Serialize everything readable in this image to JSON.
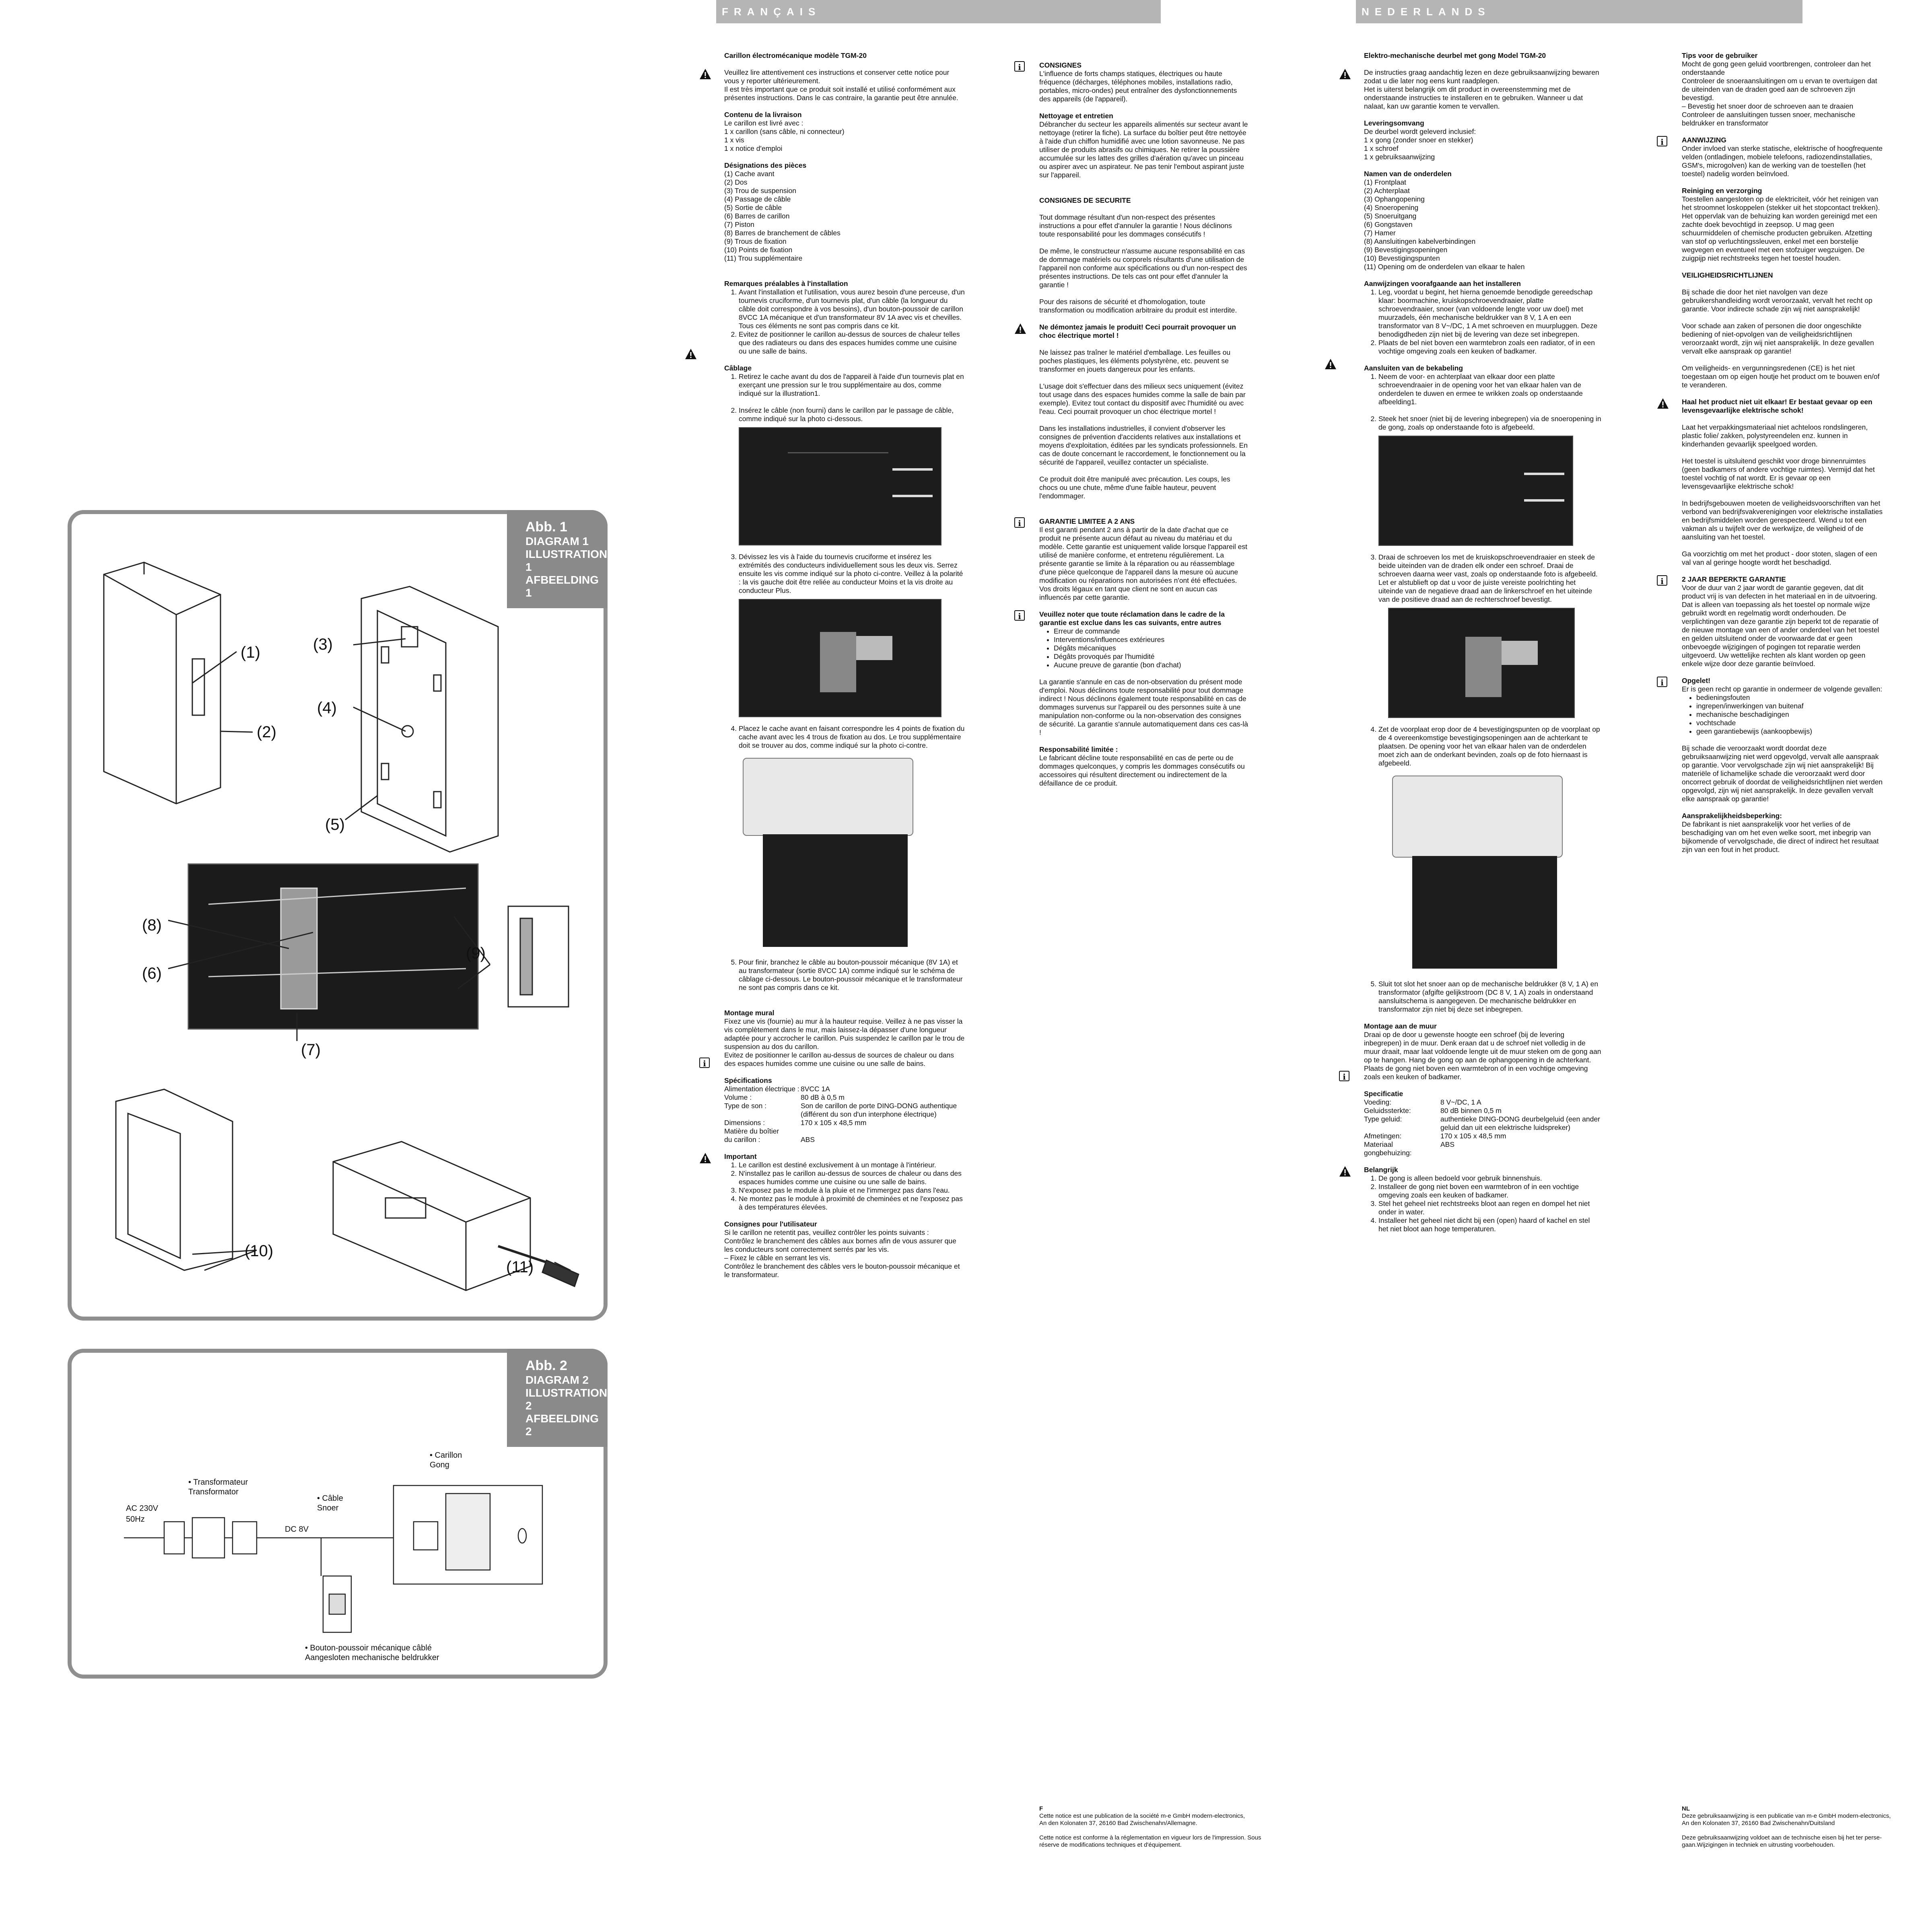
{
  "lang": {
    "fr": "FRANÇAIS",
    "nl": "NEDERLANDS"
  },
  "fig1": {
    "tag": [
      "Abb. 1",
      "DIAGRAM 1",
      "ILLUSTRATION 1",
      "AFBEELDING 1"
    ],
    "labels": [
      "(1)",
      "(2)",
      "(3)",
      "(4)",
      "(5)",
      "(6)",
      "(7)",
      "(8)",
      "(9)",
      "(10)",
      "(11)"
    ]
  },
  "fig2": {
    "tag": [
      "Abb. 2",
      "DIAGRAM 2",
      "ILLUSTRATION 2",
      "AFBEELDING 2"
    ],
    "ac1": "AC 230V",
    "ac2": "50Hz",
    "transfo": "• Transformateur\nTransformator",
    "cable": "• Câble\nSnoer",
    "dc": "DC 8V",
    "gong": "• Carillon\nGong",
    "push": "• Bouton-poussoir mécanique câblé\nAangesloten mechanische beldrukker"
  },
  "fr": {
    "title": "Carillon électromécanique modèle TGM-20",
    "intro": "Veuillez lire attentivement ces instructions et conserver cette notice pour vous y reporter ultérieurement.\nIl est très important que ce produit soit installé et utilisé conformément aux présentes instructions. Dans le cas contraire, la garantie peut être annulée.",
    "contenu_h": "Contenu de la livraison",
    "contenu": "Le carillon est livré avec :\n1 x carillon (sans câble, ni connecteur)\n1 x vis\n1 x notice d'emploi",
    "designations_h": "Désignations des pièces",
    "designations": [
      "(1)   Cache avant",
      "(2)   Dos",
      "(3)   Trou de suspension",
      "(4)   Passage de câble",
      "(5)   Sortie de câble",
      "(6)   Barres de carillon",
      "(7)   Piston",
      "(8)   Barres de branchement de câbles",
      "(9)   Trous de fixation",
      "(10)  Points de fixation",
      "(11)  Trou supplémentaire"
    ],
    "remarques_h": "Remarques préalables à l'installation",
    "remarques": [
      "Avant l'installation et l'utilisation, vous aurez besoin d'une perceuse, d'un tournevis cruciforme, d'un tournevis plat, d'un câble (la longueur du câble doit correspondre à vos besoins), d'un bouton-poussoir de carillon 8VCC 1A mécanique et d'un transformateur 8V 1A avec vis et chevilles. Tous ces éléments ne sont pas compris dans ce kit.",
      "Evitez de positionner le carillon au-dessus de sources de chaleur telles que des radiateurs ou dans des espaces humides comme une cuisine ou une salle de bains."
    ],
    "cablage_h": "Câblage",
    "cablage1": "Retirez le cache avant du dos de l'appareil à l'aide d'un tournevis plat en exerçant une pression sur le trou supplémentaire au dos, comme indiqué sur la illustration1.",
    "cablage2": "Insérez le câble (non fourni) dans le carillon par le passage de câble, comme indiqué sur la photo ci-dessous.",
    "cablage3": "Dévissez les vis à l'aide du tournevis cruciforme et insérez les extrémités des conducteurs individuellement sous les deux vis. Serrez ensuite les vis comme indiqué sur la photo ci-contre. Veillez à la polarité : la vis gauche doit être reliée au conducteur Moins et la vis droite au conducteur Plus.",
    "cablage4": "Placez le cache avant en faisant correspondre les 4 points de fixation du cache avant avec les 4 trous de fixation au dos. Le trou supplémentaire doit se trouver au dos, comme indiqué sur la photo ci-contre.",
    "cablage5": "Pour finir, branchez le câble au bouton-poussoir mécanique (8V 1A) et au transformateur (sortie 8VCC 1A) comme indiqué sur le schéma de câblage ci-dessous. Le bouton-poussoir mécanique et le transformateur ne sont pas compris dans ce kit.",
    "montage_h": "Montage mural",
    "montage": "Fixez une vis (fournie) au mur à la hauteur requise. Veillez à ne pas visser la vis complètement dans le mur, mais laissez-la dépasser d'une longueur adaptée pour y accrocher le carillon. Puis suspendez le carillon par le trou de suspension au dos du carillon.\nEvitez de positionner le carillon au-dessus de sources de chaleur ou dans des espaces humides comme une cuisine ou une salle de bains.",
    "specs_h": "Spécifications",
    "specs": [
      [
        "Alimentation électrique :",
        "8VCC 1A"
      ],
      [
        "Volume :",
        "80 dB à 0,5 m"
      ],
      [
        "Type de son :",
        "Son de carillon de porte DING-DONG authentique (différent du son d'un interphone électrique)"
      ],
      [
        "Dimensions :",
        "170 x 105 x 48,5 mm"
      ],
      [
        "Matière du boîtier\ndu carillon :",
        "ABS"
      ]
    ],
    "important_h": "Important",
    "important": [
      "Le carillon est destiné exclusivement à un montage à l'intérieur.",
      "N'installez pas le carillon au-dessus de sources de chaleur ou dans des espaces humides comme une cuisine ou une salle de bains.",
      "N'exposez pas le module à la pluie et ne l'immergez pas dans l'eau.",
      "Ne montez pas le module à proximité de cheminées et ne l'exposez pas à des températures élevées."
    ],
    "consignes_util_h": "Consignes pour l'utilisateur",
    "consignes_util": "Si le carillon ne retentit pas, veuillez contrôler les points suivants :\nContrôlez le branchement des câbles aux bornes afin de vous assurer que les conducteurs sont correctement serrés par les vis.\n – Fixez le câble en serrant les vis.\nContrôlez le branchement des câbles vers le bouton-poussoir mécanique et le transformateur.",
    "consignes_h": "CONSIGNES",
    "consignes": "L'influence de forts champs statiques, électriques ou haute fréquence (décharges, téléphones mobiles, installations radio, portables, micro-ondes) peut entraîner des dysfonctionnements des appareils (de l'appareil).",
    "nettoyage_h": "Nettoyage et entretien",
    "nettoyage": "Débrancher du secteur les appareils alimentés sur secteur avant le nettoyage (retirer la fiche). La surface du boîtier peut être nettoyée à l'aide d'un chiffon humidifié avec une lotion savonneuse. Ne pas utiliser de produits abrasifs ou chimiques. Ne retirer la poussière accumulée sur les lattes des grilles d'aération qu'avec un pinceau ou aspirer avec un aspirateur. Ne pas tenir l'embout aspirant juste sur l'appareil.",
    "securite_h": "CONSIGNES DE SECURITE",
    "securite1": "Tout dommage résultant d'un non-respect des présentes instructions a pour effet d'annuler la garantie ! Nous déclinons toute responsabilité pour les dommages consécutifs !",
    "securite2": "De même, le constructeur n'assume aucune responsabilité en cas de dommage matériels ou corporels résultants d'une utilisation de l'appareil non conforme aux spécifications ou d'un non-respect des présentes instructions. De tels cas ont pour effet d'annuler la garantie !",
    "securite3": "Pour des raisons de sécurité et d'homologation, toute transformation ou modification arbitraire du produit est interdite.",
    "demontez_h": "Ne démontez jamais le produit! Ceci pourrait provoquer un choc électrique mortel !",
    "demontez1": "Ne laissez pas traîner le matériel d'emballage. Les feuilles ou poches plastiques, les éléments polystyrène, etc. peuvent se transformer en jouets dangereux pour les enfants.",
    "demontez2": "L'usage doit s'effectuer dans des milieux secs uniquement (évitez tout usage dans des espaces humides comme la salle de bain par exemple). Evitez tout contact du dispositif avec l'humidité ou avec l'eau. Ceci pourrait provoquer un choc électrique mortel !",
    "demontez3": "Dans les installations industrielles, il convient d'observer les consignes de prévention d'accidents relatives aux installations et moyens d'exploitation, éditées par les syndicats professionnels. En cas de doute concernant le raccordement, le fonctionnement ou la sécurité de l'appareil, veuillez contacter un spécialiste.",
    "demontez4": "Ce produit doit être manipulé avec précaution. Les coups, les chocs ou une chute, même d'une faible hauteur, peuvent l'endommager.",
    "garantie_h": "GARANTIE LIMITEE A 2 ANS",
    "garantie": "Il est garanti pendant 2 ans à partir de la date d'achat que ce produit ne présente aucun défaut au niveau du matériau et du modèle. Cette garantie est uniquement valide lorsque l'appareil est utilisé de manière conforme, et entretenu régulièrement. La présente garantie se limite à la réparation ou au réassemblage d'une pièce quelconque de l'appareil dans la mesure où aucune modification ou réparations non autorisées n'ont été effectuées. Vos droits légaux en tant que client ne sont en aucun cas influencés par cette garantie.",
    "reclam_h": "Veuillez noter que toute réclamation dans le cadre de la garantie est exclue dans les cas suivants, entre autres",
    "reclam": [
      "Erreur de commande",
      "Interventions/influences extérieures",
      "Dégâts mécaniques",
      "Dégâts provoqués par l'humidité",
      "Aucune preuve de garantie (bon d'achat)"
    ],
    "reclam2": "La garantie s'annule en cas de non-observation du présent mode d'emploi. Nous déclinons toute responsabilité pour tout dommage indirect ! Nous déclinons également toute responsabilité en cas de dommages survenus sur l'appareil ou des personnes suite à une manipulation non-conforme ou la non-observation des consignes de sécurité. La garantie s'annule automatiquement dans ces cas-là !",
    "resp_h": "Responsabilité limitée :",
    "resp": "Le fabricant décline toute responsabilité en cas de perte ou de dommages quelconques, y compris les dommages consécutifs ou accessoires qui résultent directement ou indirectement de la défaillance de ce produit.",
    "foot_code": "F",
    "foot1": "Cette notice est une publication de la société m-e GmbH modern-electronics,\nAn den Kolonaten 37, 26160 Bad Zwischenahn/Allemagne.",
    "foot2": "Cette notice est conforme à la réglementation en vigueur lors de l'impression. Sous\nréserve de modifications techniques et d'équipement."
  },
  "nl": {
    "title": "Elektro-mechanische deurbel met gong Model TGM-20",
    "intro": "De instructies graag aandachtig lezen en deze gebruiksaanwijzing bewaren zodat u die later nog eens kunt raadplegen.\nHet is uiterst belangrijk om dit product in overeenstemming met de onderstaande instructies te installeren en te gebruiken. Wanneer u dat nalaat, kan uw garantie komen te vervallen.",
    "lever_h": "Leveringsomvang",
    "lever": "De deurbel wordt geleverd inclusief:\n1 x gong (zonder snoer en stekker)\n1 x schroef\n1 x gebruiksaanwijzing",
    "namen_h": "Namen van de onderdelen",
    "namen": [
      "(1)   Frontplaat",
      "(2)   Achterplaat",
      "(3)   Ophangopening",
      "(4)   Snoeropening",
      "(5)   Snoeruitgang",
      "(6)   Gongstaven",
      "(7)   Hamer",
      "(8)   Aansluitingen kabelverbindingen",
      "(9)   Bevestigingsopeningen",
      "(10)  Bevestigingspunten",
      "(11)  Opening om de onderdelen van elkaar te halen"
    ],
    "aanw_h": "Aanwijzingen voorafgaande aan het installeren",
    "aanw": [
      "Leg, voordat u begint, het hierna genoemde benodigde gereedschap klaar: boormachine, kruiskopschroevendraaier, platte schroevendraaier, snoer (van voldoende lengte voor uw doel) met muurzadels, één mechanische beldrukker van 8 V, 1 A en een transformator van 8 V~/DC, 1 A met schroeven en muurpluggen. Deze benodigdheden zijn niet bij de levering van deze set inbegrepen.",
      "Plaats de bel niet boven een warmtebron zoals een radiator, of in een vochtige omgeving zoals een keuken of badkamer."
    ],
    "aansl_h": "Aansluiten van de bekabeling",
    "aansl1": "Neem de voor- en achterplaat van elkaar door een platte schroevendraaier in de opening voor het van elkaar halen van de onderdelen te duwen en ermee te wrikken zoals op onderstaande afbeelding1.",
    "aansl2": "Steek het snoer (niet bij de levering inbegrepen) via de snoeropening in de gong, zoals op onderstaande foto is afgebeeld.",
    "aansl3": "Draai de schroeven los met de kruiskopschroevendraaier en steek de beide uiteinden van de draden elk onder een schroef. Draai de schroeven daarna weer vast, zoals op onderstaande foto is afgebeeld. Let er alstublieft op dat u voor de juiste vereiste poolrichting het uiteinde van de negatieve draad aan de linkerschroef en het uiteinde van de positieve draad aan de rechterschroef bevestigt.",
    "aansl4": "Zet de voorplaat erop door de 4 bevestigingspunten op de voorplaat op de 4 overeenkomstige bevestigingsopeningen aan de achterkant te plaatsen. De opening voor het van elkaar halen van de onderdelen moet zich aan de onderkant bevinden, zoals op de foto hiernaast is afgebeeld.",
    "aansl5": "Sluit tot slot het snoer aan op de mechanische beldrukker (8 V, 1 A) en transformator (afgifte gelijkstroom (DC 8 V, 1 A) zoals in onderstaand aansluitschema is aangegeven. De mechanische beldrukker en transformator zijn niet bij deze set inbegrepen.",
    "muur_h": "Montage aan de muur",
    "muur": "Draai op de door u gewenste hoogte een schroef (bij de levering inbegrepen) in de muur. Denk eraan dat u de schroef niet volledig in de muur draait, maar laat voldoende lengte uit de muur steken om de gong aan op te hangen. Hang de gong op aan de ophangopening in de achterkant.\nPlaats de gong niet boven een warmtebron of in een vochtige omgeving zoals een keuken of badkamer.",
    "spec_h": "Specificatie",
    "spec": [
      [
        "Voeding:",
        "8 V~/DC, 1 A"
      ],
      [
        "Geluidssterkte:",
        "80 dB binnen 0,5 m"
      ],
      [
        "Type geluid:",
        "authentieke DING-DONG deurbelgeluid (een ander geluid dan uit een elektrische luidspreker)"
      ],
      [
        "Afmetingen:",
        "170 x 105 x 48,5 mm"
      ],
      [
        "Materiaal gongbehuizing:",
        "ABS"
      ]
    ],
    "belang_h": "Belangrijk",
    "belang": [
      "De gong is alleen bedoeld voor gebruik binnenshuis.",
      "Installeer de gong niet boven een warmtebron of in een vochtige omgeving zoals een keuken of badkamer.",
      "Stel het geheel niet rechtstreeks bloot aan regen en dompel het niet onder in water.",
      "Installeer het geheel niet dicht bij een (open) haard of kachel en stel het niet bloot aan hoge temperaturen."
    ],
    "tips_h": "Tips voor de gebruiker",
    "tips": "Mocht de gong geen geluid voortbrengen, controleer dan het onderstaande\nControleer de snoeraansluitingen om u ervan te overtuigen dat de uiteinden van de draden goed aan de schroeven zijn bevestigd.\n – Bevestig het snoer door de schroeven aan te draaien\nControleer de aansluitingen tussen snoer, mechanische beldrukker en transformator",
    "aanwijzing_h": "AANWIJZING",
    "aanwijzing": "Onder invloed van sterke statische, elektrische of hoogfrequente velden (ontladingen, mobiele telefoons, radiozendinstallaties, GSM's, microgolven) kan de werking van de toestellen (het toestel) nadelig worden beïnvloed.",
    "reinig_h": "Reiniging en verzorging",
    "reinig": "Toestellen aangesloten op de elektriciteit, vóór het reinigen van het stroomnet loskoppelen (stekker uit het stopcontact trekken). Het oppervlak van de behuizing kan worden gereinigd met een zachte doek bevochtigd in zeepsop. U mag geen schuurmiddelen of chemische producten gebruiken. Afzetting van stof op verluchtingssleuven, enkel met een borstelije wegvegen en eventueel met een stofzuiger wegzuigen. De zuigpijp niet rechtstreeks tegen het toestel houden.",
    "veilig_h": "VEILIGHEIDSRICHTLIJNEN",
    "veilig1": "Bij schade die door het niet navolgen van deze gebruikershandleiding wordt veroorzaakt, vervalt het recht op garantie. Voor indirecte schade zijn wij niet aansprakelijk!",
    "veilig2": "Voor schade aan zaken of personen die door ongeschikte bediening of niet-opvolgen van de veiligheidsrichtlijnen veroorzaakt wordt, zijn wij niet aansprakelijk. In deze gevallen vervalt elke aanspraak op garantie!",
    "veilig3": "Om veiligheids- en vergunningsredenen (CE) is het niet toegestaan om op eigen houtje het product om te bouwen en/of te veranderen.",
    "haal_h": "Haal het product niet uit elkaar! Er bestaat gevaar op een levensgevaarlijke elektrische schok!",
    "haal1": "Laat het verpakkingsmateriaal niet achteloos rondslingeren, plastic folie/ zakken, polystyreendelen enz. kunnen in kinderhanden gevaarlijk speelgoed worden.",
    "haal2": "Het toestel is uitsluitend geschikt voor droge binnenruimtes (geen badkamers of andere vochtige ruimtes). Vermijd dat het toestel vochtig of nat wordt. Er is gevaar op een levensgevaarlijke elektrische schok!",
    "haal3": "In bedrijfsgebouwen moeten de veiligheidsvoorschriften van het verbond van bedrijfsvakverenigingen voor elektrische installaties en bedrijfsmiddelen worden gerespecteerd. Wend u tot een vakman als u twijfelt over de werkwijze, de veiligheid of de aansluiting van het toestel.",
    "haal4": "Ga voorzichtig om met het product - door stoten, slagen of een val van al geringe hoogte wordt het beschadigd.",
    "garantie_h": "2 JAAR BEPERKTE GARANTIE",
    "garantie": "Voor de duur van 2 jaar wordt de garantie gegeven, dat dit product vrij is van defecten in het materiaal en in de uitvoering. Dat is alleen van toepassing als het toestel op normale wijze gebruikt wordt en regelmatig wordt onderhouden. De verplichtingen van deze garantie zijn beperkt tot de reparatie of de nieuwe montage van een of ander onderdeel van het toestel en gelden uitsluitend onder de voorwaarde dat er geen onbevoegde wijzigingen of pogingen tot reparatie werden uitgevoerd. Uw wettelijke rechten als klant worden op geen enkele wijze door deze garantie beïnvloed.",
    "opgelet_h": "Opgelet!",
    "opgelet": "Er is geen recht op garantie in ondermeer de volgende gevallen:",
    "opgelet_list": [
      "bedieningsfouten",
      "ingrepen/inwerkingen van buitenaf",
      "mechanische beschadigingen",
      "vochtschade",
      "geen garantiebewijs (aankoopbewijs)"
    ],
    "opgelet2": "Bij schade die veroorzaakt wordt doordat deze gebruiksaanwijzing niet werd opgevolgd, vervalt alle aanspraak op garantie. Voor vervolgschade zijn wij niet aansprakelijk! Bij materiële of lichamelijke schade die veroorzaakt werd door oncorrect gebruik of doordat de veiligheidsrichtlijnen niet werden opgevolgd, zijn wij niet aansprakelijk. In deze gevallen vervalt elke aanspraak op garantie!",
    "aanspr_h": "Aansprakelijkheidsbeperking:",
    "aanspr": "De fabrikant is niet aansprakelijk voor het verlies of de beschadiging van om het even welke soort, met inbegrip van bijkomende of vervolgschade, die direct of indirect het resultaat zijn van een fout in het product.",
    "foot_code": "NL",
    "foot1": "Deze gebruiksaanwijzing is een publicatie van m-e GmbH modern-electronics,\nAn den Kolonaten 37, 26160 Bad Zwischenahn/Duitsland",
    "foot2": "Deze gebruiksaanwijzing voldoet aan de technische eisen bij het ter perse-\ngaan.Wijzigingen in techniek en uitrusting voorbehouden."
  }
}
